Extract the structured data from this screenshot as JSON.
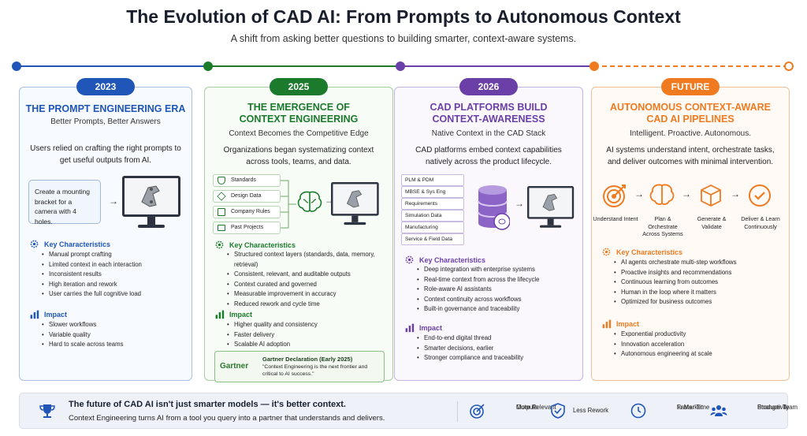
{
  "title": "The Evolution of CAD AI: From Prompts to Autonomous Context",
  "subtitle": "A shift from asking better questions to building smarter, context-aware systems.",
  "colors": {
    "blue": "#1f56b8",
    "green": "#1b7a2c",
    "purple": "#6b3fa8",
    "orange": "#f07a1f"
  },
  "cards": [
    {
      "badge": "2023",
      "title_line1": "THE PROMPT ENGINEERING ERA",
      "subtitle": "Better Prompts, Better Answers",
      "desc": "Users relied on crafting the right prompts to get useful outputs from AI.",
      "prompt": "Create a mounting bracket for a camera with 4 holes.",
      "key_head": "Key Characteristics",
      "key": [
        "Manual prompt crafting",
        "Limited context in each interaction",
        "Inconsistent results",
        "High iteration and rework",
        "User carries the full cognitive load"
      ],
      "impact_head": "Impact",
      "impact": [
        "Slower workflows",
        "Variable quality",
        "Hard to scale across teams"
      ]
    },
    {
      "badge": "2025",
      "title_line1": "THE EMERGENCE OF",
      "title_line2": "CONTEXT ENGINEERING",
      "subtitle": "Context Becomes the Competitive Edge",
      "desc": "Organizations began systematizing context across tools, teams, and data.",
      "context_items": [
        "Standards",
        "Design Data",
        "Company Rules",
        "Past Projects"
      ],
      "key_head": "Key Characteristics",
      "key": [
        "Structured context layers (standards, data, memory, retrieval)",
        "Consistent, relevant, and auditable outputs",
        "Context curated and governed",
        "Measurable improvement in accuracy",
        "Reduced rework and cycle time"
      ],
      "impact_head": "Impact",
      "impact": [
        "Higher quality and consistency",
        "Faster delivery",
        "Scalable AI adoption"
      ],
      "gartner_logo": "Gartner",
      "gartner_title": "Gartner Declaration (Early 2025)",
      "gartner_quote": "\"Context Engineering is the next frontier and critical to AI success.\""
    },
    {
      "badge": "2026",
      "title_line1": "CAD PLATFORMS BUILD",
      "title_line2": "CONTEXT-AWARENESS",
      "subtitle": "Native Context in the CAD Stack",
      "desc": "CAD platforms embed context capabilities natively across the product lifecycle.",
      "stack": [
        "PLM & PDM",
        "MBSE & Sys Eng",
        "Requirements",
        "Simulation Data",
        "Manufacturing",
        "Service & Field Data"
      ],
      "key_head": "Key Characteristics",
      "key": [
        "Deep integration with enterprise systems",
        "Real-time context from across the lifecycle",
        "Role-aware AI assistants",
        "Context continuity across workflows",
        "Built-in governance and traceability"
      ],
      "impact_head": "Impact",
      "impact": [
        "End-to-end digital thread",
        "Smarter decisions, earlier",
        "Stronger compliance and traceability"
      ]
    },
    {
      "badge": "FUTURE",
      "title_line1": "AUTONOMOUS CONTEXT-AWARE",
      "title_line2": "CAD AI PIPELINES",
      "subtitle": "Intelligent. Proactive. Autonomous.",
      "desc": "AI systems understand intent, orchestrate tasks, and deliver outcomes with minimal intervention.",
      "steps": [
        {
          "label": "Understand Intent",
          "icon": "target-icon"
        },
        {
          "label": "Plan & Orchestrate Across Systems",
          "icon": "brain-icon"
        },
        {
          "label": "Generate & Validate",
          "icon": "cube-icon"
        },
        {
          "label": "Deliver & Learn Continuously",
          "icon": "check-circle-icon"
        }
      ],
      "key_head": "Key Characteristics",
      "key": [
        "AI agents orchestrate multi-step workflows",
        "Proactive insights and recommendations",
        "Continuous learning from outcomes",
        "Human in the loop where it matters",
        "Optimized for business outcomes"
      ],
      "impact_head": "Impact",
      "impact": [
        "Exponential productivity",
        "Innovation acceleration",
        "Autonomous engineering at scale"
      ]
    }
  ],
  "footer": {
    "main": "The future of CAD AI isn't just smarter models — it's better context.",
    "sub": "Context Engineering turns AI from a tool you query into a partner that understands and delivers.",
    "benefits": [
      {
        "label_line1": "More Relevant",
        "label_line2": "Outputs",
        "icon": "target-icon"
      },
      {
        "label_line1": "Less Rework",
        "label_line2": "",
        "icon": "shield-check-icon"
      },
      {
        "label_line1": "Faster Time",
        "label_line2": "to Market",
        "icon": "clock-icon"
      },
      {
        "label_line1": "Stronger Team",
        "label_line2": "Productivity",
        "icon": "team-icon"
      }
    ]
  }
}
